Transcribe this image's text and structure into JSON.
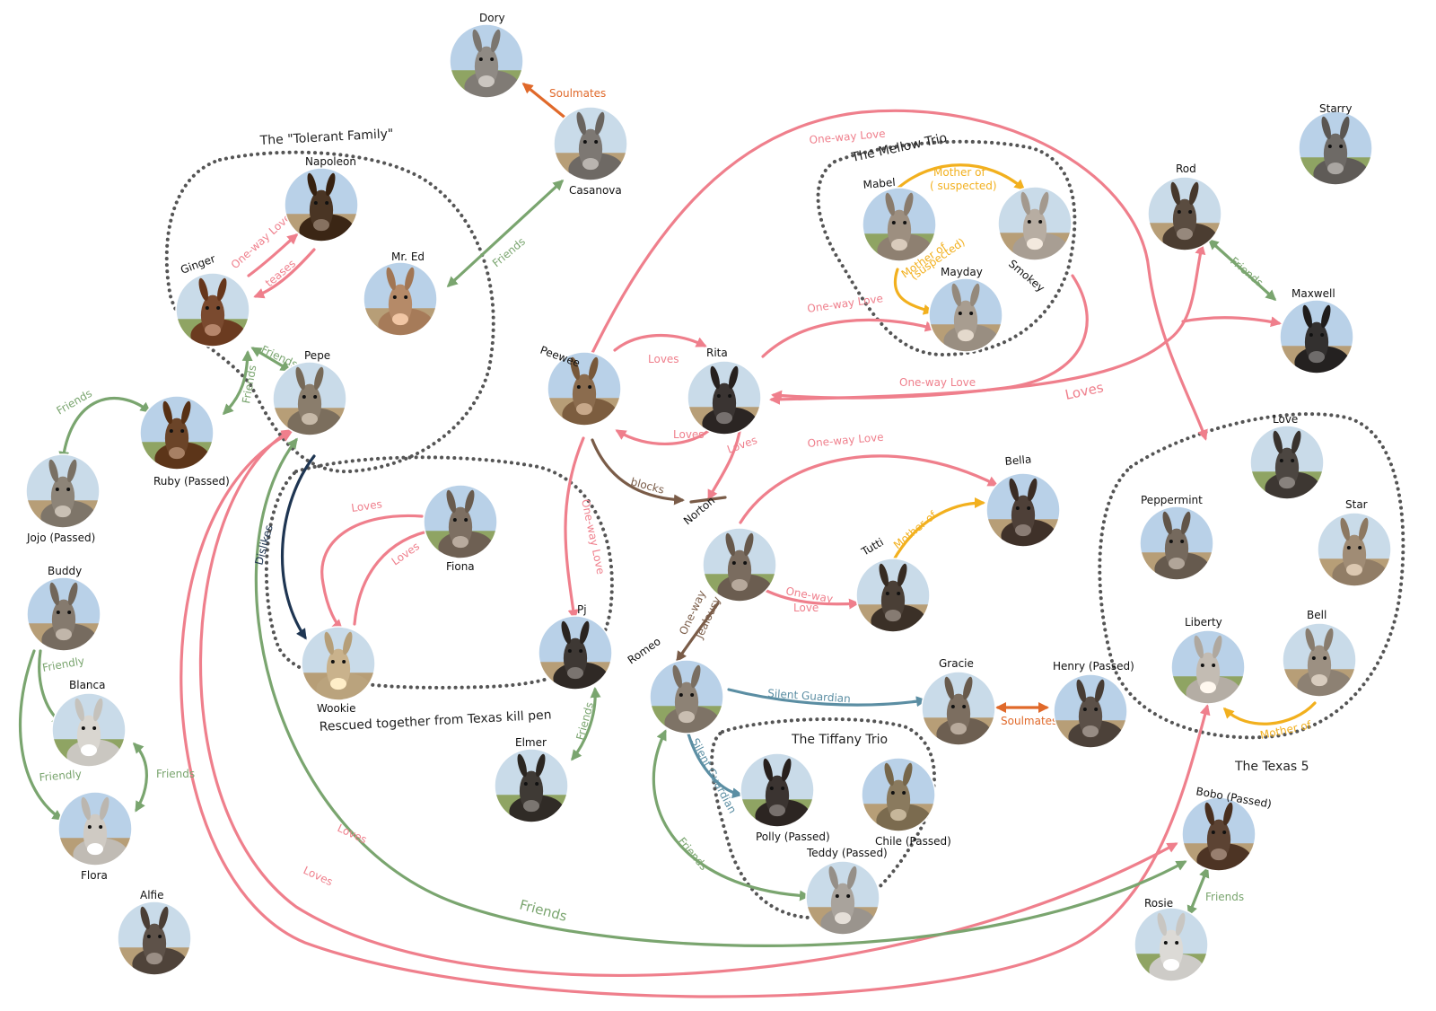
{
  "colors": {
    "love": "#ef7f8c",
    "friends": "#7aa56f",
    "soulmates": "#e0692a",
    "mother": "#f2b01e",
    "dislikes": "#1e3552",
    "guardian": "#5b8ea3",
    "jealousy": "#7a5c48"
  },
  "groups": {
    "tolerant": "The \"Tolerant Family\"",
    "mellow": "The Mellow Trio",
    "rescued": "Rescued together from Texas kill pen",
    "tiffany": "The Tiffany Trio",
    "texas5": "The Texas 5"
  },
  "donkeys": {
    "dory": {
      "name": "Dory",
      "body": "#8f8a84"
    },
    "casanova": {
      "name": "Casanova",
      "body": "#7d7873"
    },
    "napoleon": {
      "name": "Napoleon",
      "body": "#4a3524"
    },
    "ginger": {
      "name": "Ginger",
      "body": "#7a4a2f"
    },
    "mr_ed": {
      "name": "Mr. Ed",
      "body": "#b58a68"
    },
    "pepe": {
      "name": "Pepe",
      "body": "#8a7d6c"
    },
    "ruby": {
      "name": "Ruby (Passed)",
      "body": "#6b4428"
    },
    "jojo": {
      "name": "Jojo (Passed)",
      "body": "#8d8478"
    },
    "buddy": {
      "name": "Buddy",
      "body": "#857a6e"
    },
    "blanca": {
      "name": "Blanca",
      "body": "#d9d6d0"
    },
    "flora": {
      "name": "Flora",
      "body": "#cfcac3"
    },
    "alfie": {
      "name": "Alfie",
      "body": "#5e5249"
    },
    "fiona": {
      "name": "Fiona",
      "body": "#7d6f62"
    },
    "wookie": {
      "name": "Wookie",
      "body": "#c9b28c"
    },
    "pj": {
      "name": "Pj",
      "body": "#3e3834"
    },
    "elmer": {
      "name": "Elmer",
      "body": "#3f3a35"
    },
    "peewee": {
      "name": "Peewee",
      "body": "#8b6c4e"
    },
    "rita": {
      "name": "Rita",
      "body": "#3a3432"
    },
    "mabel": {
      "name": "Mabel",
      "body": "#9d8f80"
    },
    "smokey": {
      "name": "Smokey",
      "body": "#b7ada2"
    },
    "mayday": {
      "name": "Mayday",
      "body": "#a89d90"
    },
    "norton": {
      "name": "Norton",
      "body": "#7a6c5f"
    },
    "bella": {
      "name": "Bella",
      "body": "#4e4038"
    },
    "tutti": {
      "name": "Tutti",
      "body": "#4a3f36"
    },
    "romeo": {
      "name": "Romeo",
      "body": "#8d8275"
    },
    "gracie": {
      "name": "Gracie",
      "body": "#7c6e60"
    },
    "henry": {
      "name": "Henry (Passed)",
      "body": "#5b5048"
    },
    "polly": {
      "name": "Polly (Passed)",
      "body": "#3b3431"
    },
    "chile": {
      "name": "Chile (Passed)",
      "body": "#8a7a5e"
    },
    "teddy": {
      "name": "Teddy (Passed)",
      "body": "#a9a39c"
    },
    "starry": {
      "name": "Starry",
      "body": "#6e6a66"
    },
    "rod": {
      "name": "Rod",
      "body": "#5a4c40"
    },
    "maxwell": {
      "name": "Maxwell",
      "body": "#33302f"
    },
    "love": {
      "name": "Love",
      "body": "#4c4641"
    },
    "peppermint": {
      "name": "Peppermint",
      "body": "#75695d"
    },
    "star": {
      "name": "Star",
      "body": "#a08c75"
    },
    "liberty": {
      "name": "Liberty",
      "body": "#c3bcb3"
    },
    "bell": {
      "name": "Bell",
      "body": "#9c9082"
    },
    "bobo": {
      "name": "Bobo (Passed)",
      "body": "#5c4333"
    },
    "rosie": {
      "name": "Rosie",
      "body": "#dcdad6"
    }
  },
  "relations": {
    "soulmates_dory_casanova": "Soulmates",
    "friends_casanova_mred": "Friends",
    "oneway_ginger_napoleon": "One-way Love",
    "teases_napoleon_ginger": "teases",
    "friends_ginger_pepe": "Friends",
    "friends_ginger_ruby": "Friends",
    "friends_ruby_jojo": "Friends",
    "friendly_buddy_blanca": "Friendly",
    "friendly_buddy_flora": "Friendly",
    "friends_blanca_flora": "Friends",
    "dislikes_pepe_wookie": "Dislikes",
    "loves_fiona_wookie": "Loves",
    "loves_wookie_fiona": "Loves",
    "friends_pj_elmer": "Friends",
    "loves_peewee_rita": "Loves",
    "loves_rita_peewee": "Loves",
    "loves_rita_norton": "Loves",
    "blocks_peewee": "blocks",
    "oneway_peewee_pj": "One-way Love",
    "oneway_peewee_texas5": "One-way Love",
    "mother_mabel_smokey": "Mother of",
    "mother_mabel_smokey_note": "( suspected)",
    "mother_mabel_mayday": "Mother of",
    "mother_mabel_mayday_note": "(suspected)",
    "oneway_rita_mayday": "One-way Love",
    "oneway_smokey_rita": "One-way Love",
    "loves_rod_maxwell_rita": "Loves",
    "friends_rod_maxwell": "Friends",
    "oneway_norton_bella": "One-way Love",
    "mother_tutti_bella": "Mother of",
    "oneway_norton_tutti": "One-way",
    "oneway_norton_tutti_2": "Love",
    "jealousy_norton_romeo": "One-way",
    "jealousy_norton_romeo_2": "Jealousy",
    "guardian_romeo_gracie": "Silent Guardian",
    "guardian_romeo_polly": "Silent Guardian",
    "soulmates_gracie_henry": "Soulmates",
    "friends_romeo_teddy": "Friends",
    "mother_bell_liberty": "Mother of",
    "friends_bobo_rosie": "Friends",
    "friends_pepe_bobo": "Friends",
    "loves_pepe_bobo": "Loves",
    "loves_pepe_liberty": "Loves"
  }
}
